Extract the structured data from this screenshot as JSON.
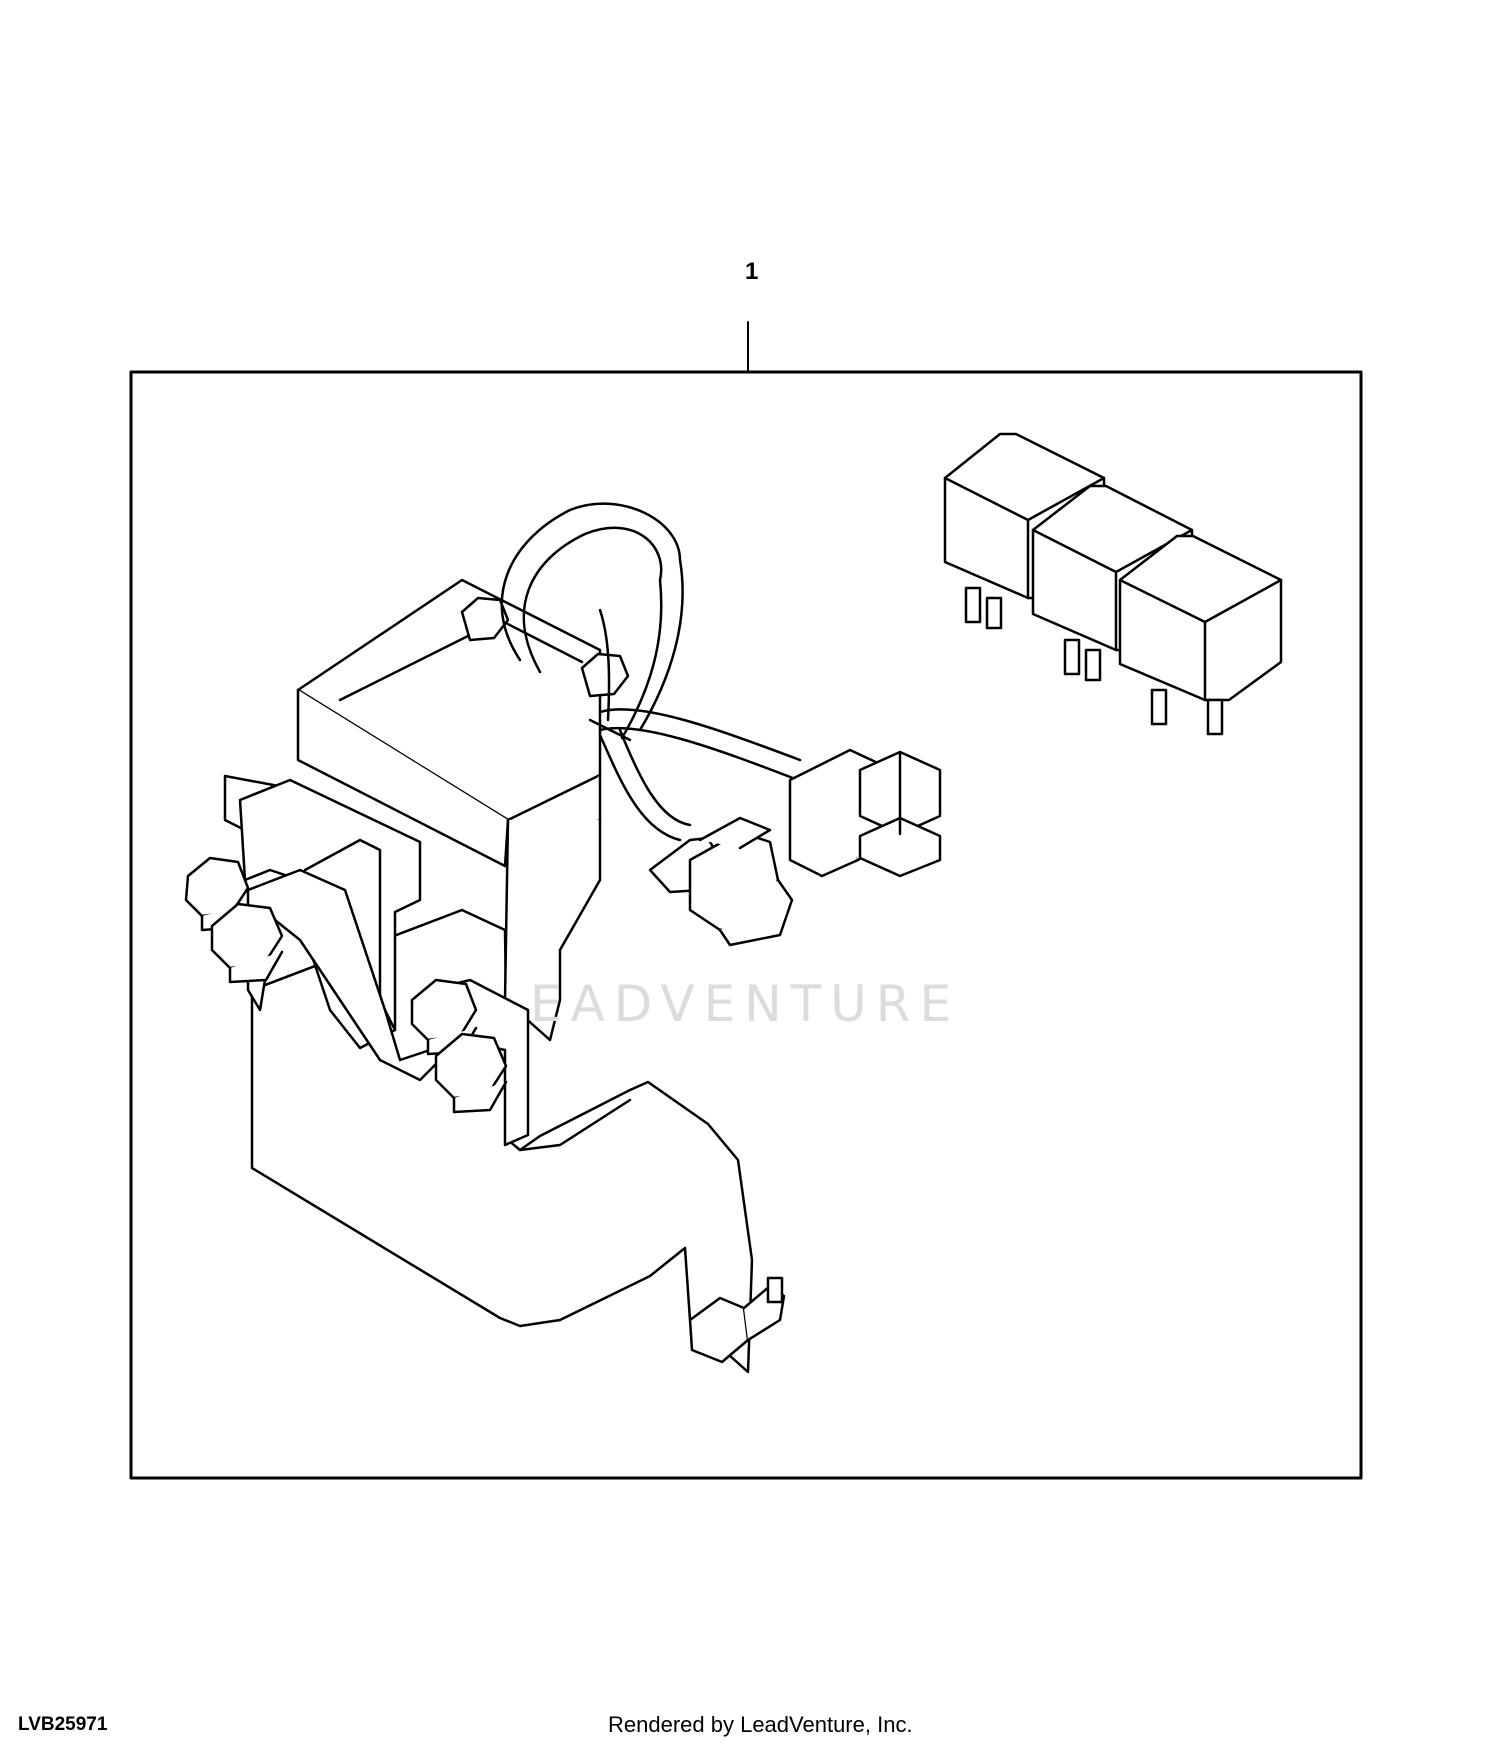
{
  "callout": {
    "number": "1"
  },
  "figure_id": "LVB25971",
  "credit": "Rendered by LeadVenture, Inc.",
  "watermark": {
    "text": "EADVENTURE"
  },
  "colors": {
    "line": "#000000",
    "watermark": "#dcdcdc",
    "background": "#ffffff"
  }
}
